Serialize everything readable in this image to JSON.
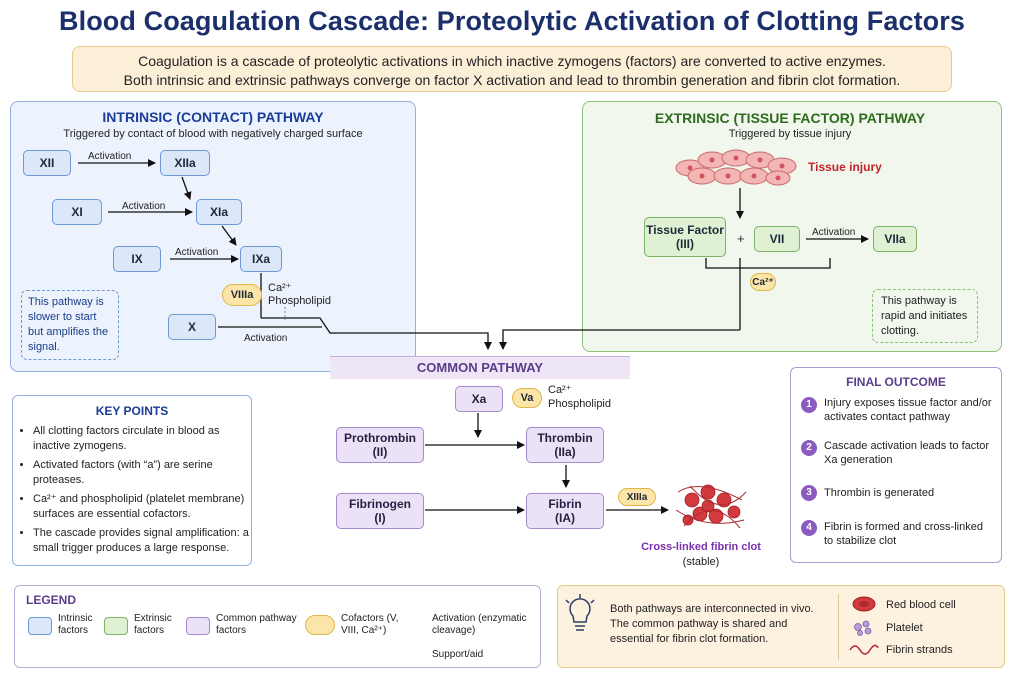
{
  "title": "Blood Coagulation Cascade: Proteolytic Activation of Clotting Factors",
  "intro": {
    "line1": "Coagulation is a cascade of proteolytic activations in which inactive zymogens (factors) are converted to active enzymes.",
    "line2": "Both intrinsic and extrinsic pathways converge on factor X activation and lead to thrombin generation and fibrin clot formation."
  },
  "intrinsic": {
    "title": "INTRINSIC (CONTACT) PATHWAY",
    "subtitle": "Triggered by contact of blood with negatively charged surface",
    "xii": "XII",
    "xiia": "XIIa",
    "xi": "XI",
    "xia": "XIa",
    "ix": "IX",
    "ixa": "IXa",
    "x": "X",
    "viiia": "VIIIa",
    "ca": "Ca²⁺",
    "phospholipid": "Phospholipid",
    "activation": "Activation",
    "note": "This pathway is slower to start but amplifies the signal."
  },
  "extrinsic": {
    "title": "EXTRINSIC (TISSUE FACTOR) PATHWAY",
    "subtitle": "Triggered by tissue injury",
    "tissue_injury": "Tissue injury",
    "tf_line1": "Tissue Factor",
    "tf_line2": "(III)",
    "plus": "+",
    "vii": "VII",
    "viia": "VIIa",
    "activation": "Activation",
    "ca": "Ca²⁺",
    "note": "This pathway is rapid and initiates clotting."
  },
  "common": {
    "title": "COMMON PATHWAY",
    "xa": "Xa",
    "va": "Va",
    "ca": "Ca²⁺",
    "phospholipid": "Phospholipid",
    "prothrombin": "Prothrombin",
    "prothrombin_sub": "(II)",
    "thrombin": "Thrombin",
    "thrombin_sub": "(IIa)",
    "fibrinogen": "Fibrinogen",
    "fibrinogen_sub": "(I)",
    "fibrin": "Fibrin",
    "fibrin_sub": "(IA)",
    "xiiia": "XIIIa",
    "clot": "Cross-linked fibrin clot",
    "clot_sub": "(stable)"
  },
  "key_points": {
    "title": "KEY POINTS",
    "items": [
      "All clotting factors circulate in blood as inactive zymogens.",
      "Activated factors (with “a”) are serine proteases.",
      "Ca²⁺ and phospholipid (platelet membrane) surfaces are essential cofactors.",
      "The cascade provides signal amplification: a small trigger produces a large response."
    ]
  },
  "final_outcome": {
    "title": "FINAL OUTCOME",
    "steps": [
      {
        "n": "1",
        "text": "Injury exposes tissue factor and/or activates contact pathway"
      },
      {
        "n": "2",
        "text": "Cascade activation leads to factor Xa generation"
      },
      {
        "n": "3",
        "text": "Thrombin is generated"
      },
      {
        "n": "4",
        "text": "Fibrin is formed and cross-linked to stabilize clot"
      }
    ]
  },
  "legend": {
    "title": "LEGEND",
    "intrinsic": "Intrinsic factors",
    "extrinsic": "Extrinsic factors",
    "common": "Common pathway factors",
    "cofactors": "Cofactors (V, VIII, Ca²⁺)",
    "activation": "Activation (enzymatic cleavage)",
    "support": "Support/aid"
  },
  "info": {
    "text": "Both pathways are interconnected in vivo. The common pathway is shared and essential for fibrin clot formation.",
    "rbc": "Red blood cell",
    "platelet": "Platelet",
    "fibrin": "Fibrin strands"
  },
  "colors": {
    "title": "#1b2f6b",
    "intrinsic": "#6e98d6",
    "extrinsic": "#7cb567",
    "common": "#a68bcc",
    "cofactor": "#e0b54a",
    "injury": "#c0262d"
  }
}
